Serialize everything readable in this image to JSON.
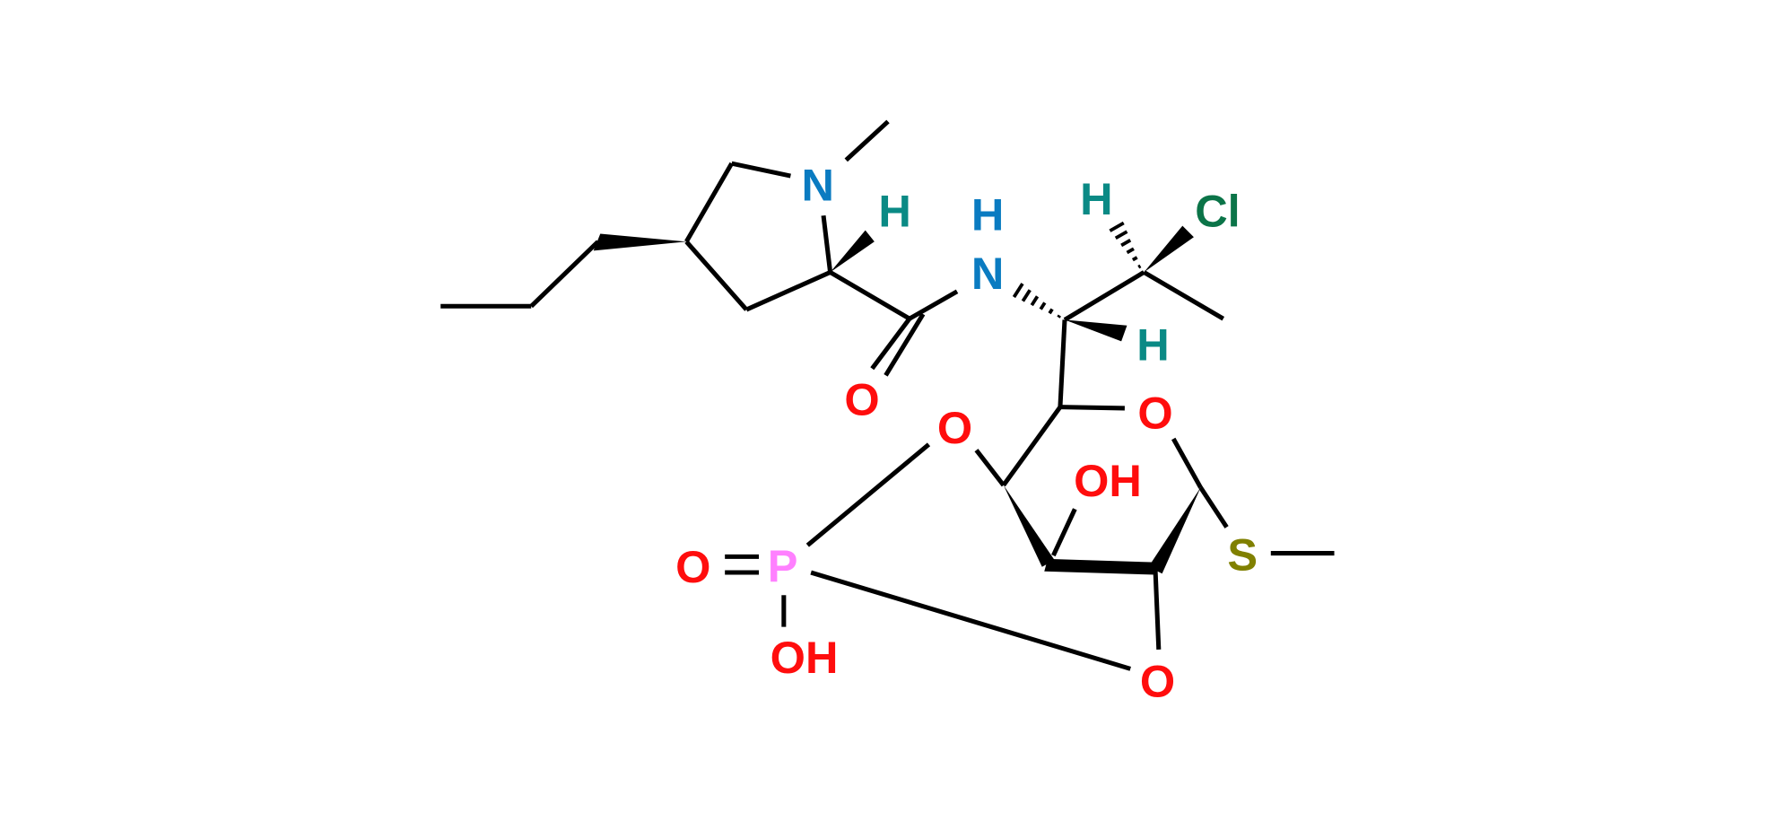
{
  "colors": {
    "bond": "#000000",
    "N": "#0a7bc1",
    "O": "#ff0d0d",
    "H": "#0a8a85",
    "Cl": "#0b7448",
    "S": "#808000",
    "P": "#ff80ff"
  },
  "atoms": {
    "n_ring": "N",
    "h_c2": "H",
    "o_carbonyl": "O",
    "n_amide": "N",
    "h_amide": "H",
    "h_c7": "H",
    "cl": "Cl",
    "h_c6": "H",
    "o_ring": "O",
    "o_bridge": "O",
    "oh_c2": "OH",
    "s": "S",
    "p": "P",
    "o_p_double": "O",
    "oh_p": "OH",
    "o_lower": "O"
  }
}
